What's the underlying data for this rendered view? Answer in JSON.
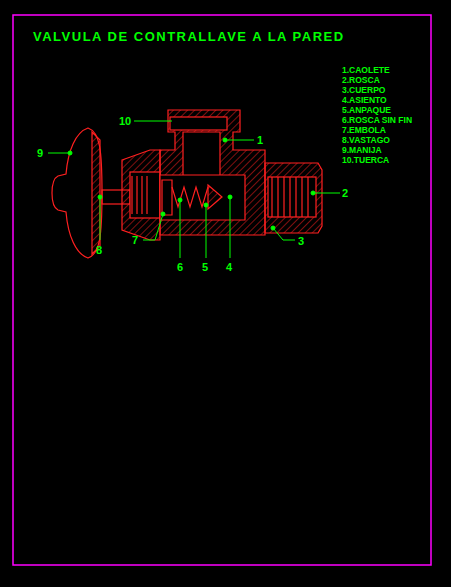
{
  "diagram": {
    "title": "VALVULA DE CONTRALLAVE A LA PARED",
    "labels": [
      "1.CAOLETE",
      "2.ROSCA",
      "3.CUERPO",
      "4.ASIENTO",
      "5.ANPAQUE",
      "6.ROSCA SIN FIN",
      "7.EMBOLA",
      "8.VASTAGO",
      "9.MANIJA",
      "10.TUERCA",
      "10",
      "1",
      "9",
      "2",
      "8",
      "7",
      "6",
      "5",
      "4",
      "3"
    ]
  }
}
